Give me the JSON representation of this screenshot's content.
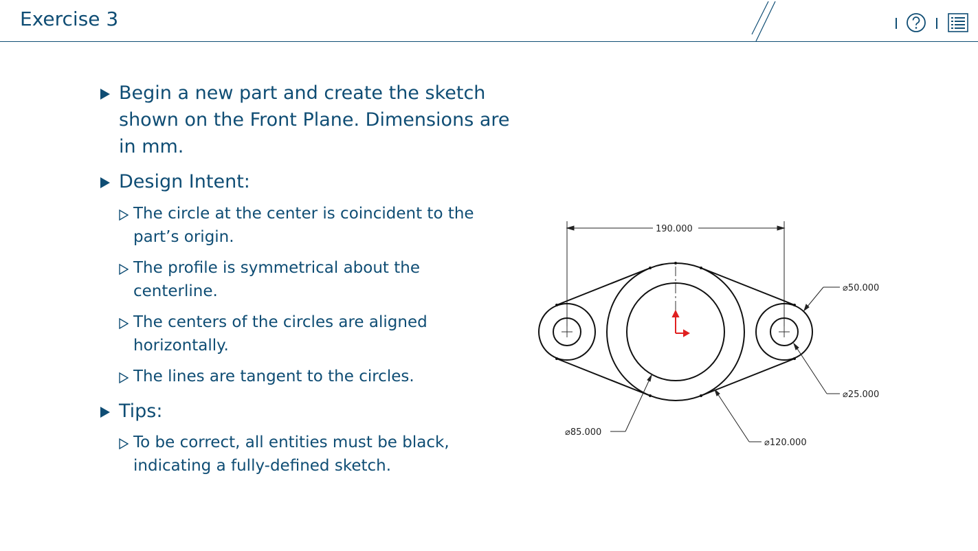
{
  "header": {
    "title": "Exercise 3"
  },
  "content": {
    "bullets": [
      {
        "text": "Begin a new part and create the sketch shown on the Front Plane.  Dimensions are in mm."
      },
      {
        "text": "Design Intent:"
      },
      {
        "text": "Tips:"
      }
    ],
    "design_intent": [
      "The circle at the center is coincident to the part’s origin.",
      "The profile is symmetrical about the centerline.",
      "The centers of the circles are aligned horizontally.",
      "The lines are tangent to the circles."
    ],
    "tips": [
      "To be correct, all entities must be black, indicating a fully-defined sketch."
    ]
  },
  "drawing": {
    "dim_width": "190.000",
    "dim_small_outer": "⌀50.000",
    "dim_small_inner": "⌀25.000",
    "dim_center_inner": "⌀85.000",
    "dim_center_outer": "⌀120.000"
  },
  "icons": {
    "help": "help-icon",
    "menu": "list-menu-icon"
  },
  "colors": {
    "primary": "#0f4d74",
    "origin": "#e02020"
  }
}
